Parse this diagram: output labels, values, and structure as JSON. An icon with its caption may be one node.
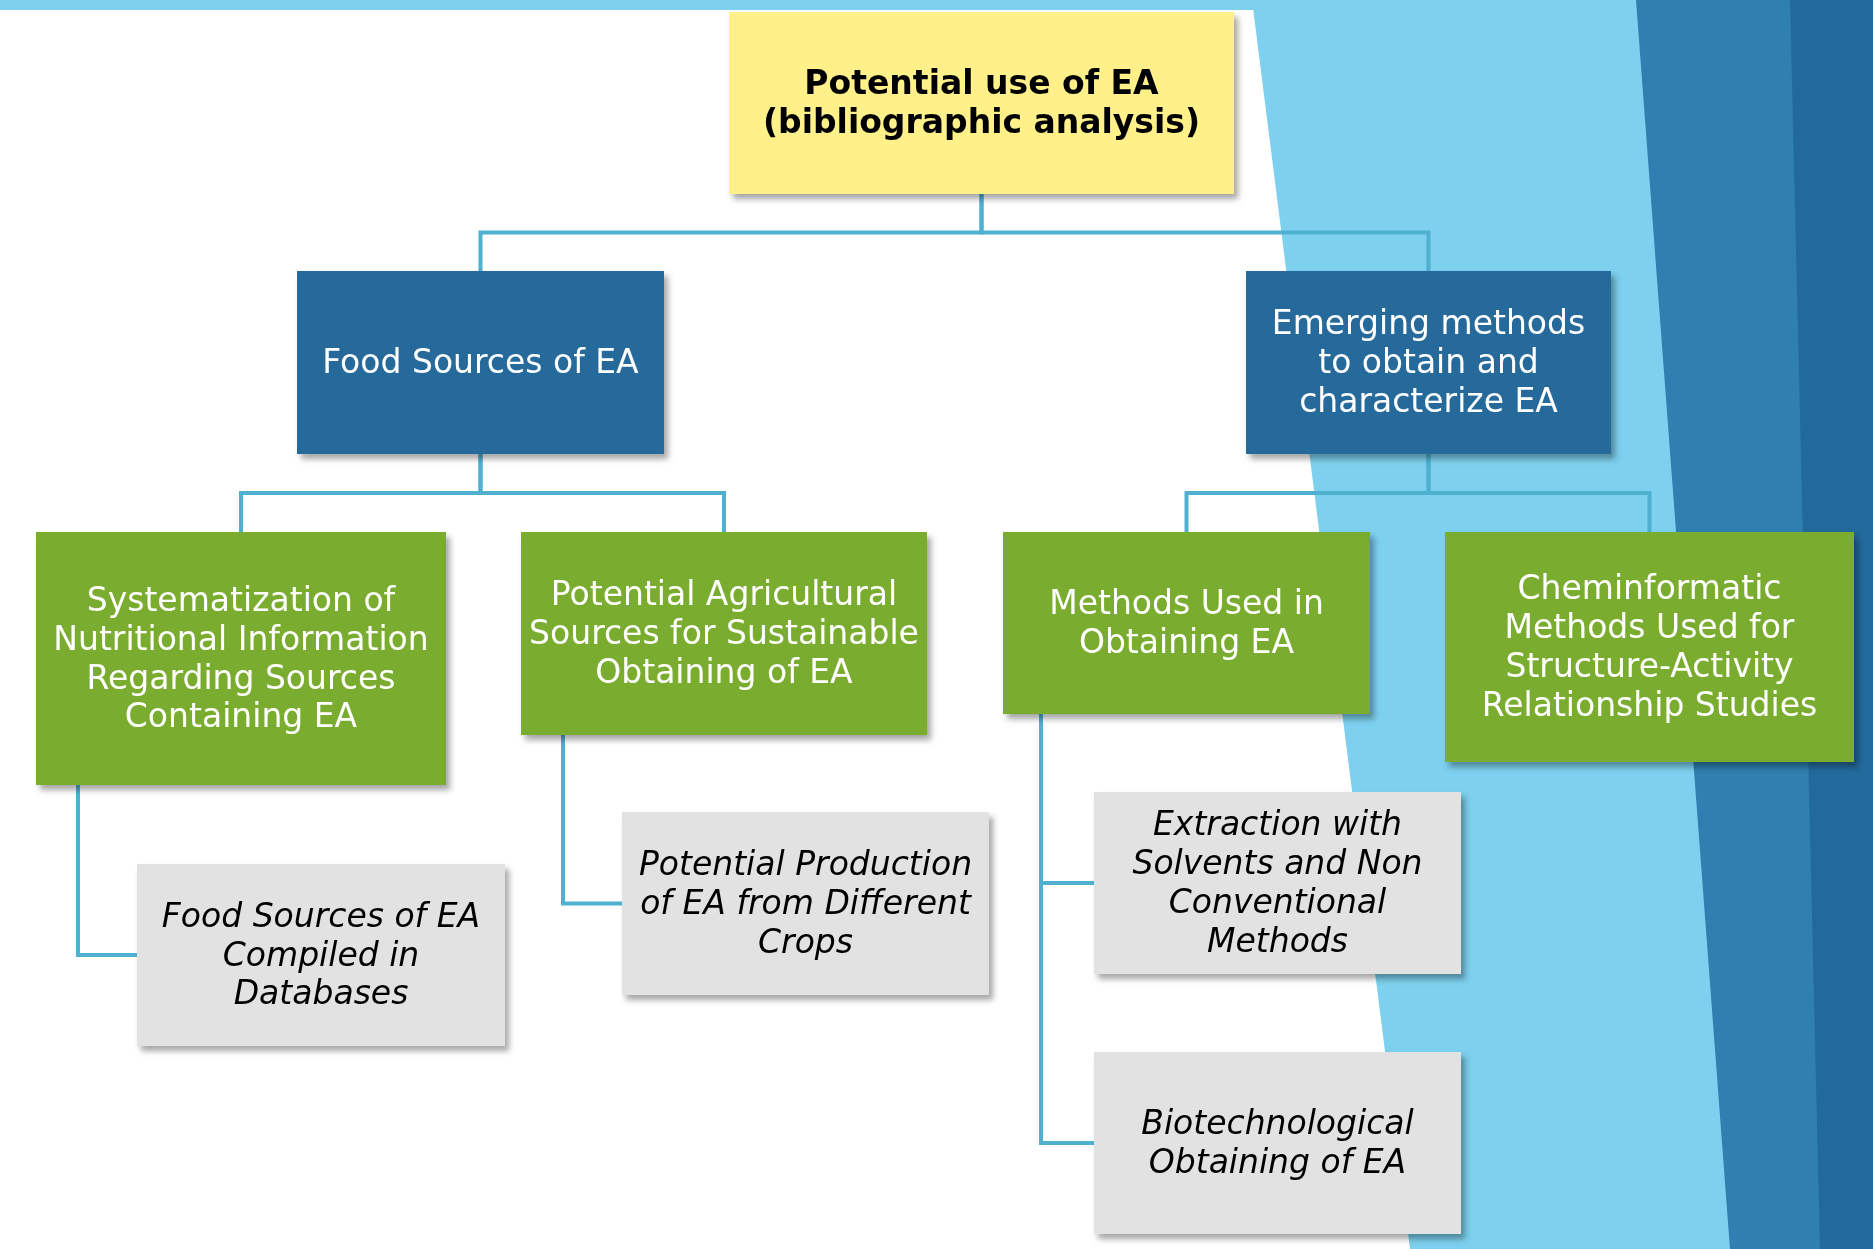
{
  "diagram": {
    "nodes": [
      {
        "text": [
          "Potential use of EA (bibliographic analysis)"
        ]
      },
      {
        "text": [
          "Food Sources of EA"
        ]
      },
      {
        "text": [
          "Emerging methods to obtain and characterize EA"
        ]
      },
      {
        "text": [
          "Systematization of Nutritional Information Regarding Sources Containing EA"
        ]
      },
      {
        "text": [
          "Potential Agricultural Sources for Sustainable Obtaining of EA"
        ]
      },
      {
        "text": [
          "Methods Used in Obtaining EA"
        ]
      },
      {
        "text": [
          "Cheminformatic Methods Used for Structure-Activity Relationship Studies"
        ]
      },
      {
        "text": [
          "Food Sources of EA Compiled in Databases"
        ]
      },
      {
        "text": [
          "Potential Production of EA from Different Crops"
        ]
      },
      {
        "text": [
          "Extraction with Solvents and Non Conventional Methods"
        ]
      },
      {
        "text": [
          "Biotechnological Obtaining of EA"
        ]
      }
    ],
    "edges": [
      {
        "from": 0,
        "to": 1,
        "arrow": "none"
      },
      {
        "from": 0,
        "to": 2,
        "arrow": "none"
      },
      {
        "from": 1,
        "to": 3,
        "arrow": "none"
      },
      {
        "from": 1,
        "to": 4,
        "arrow": "none"
      },
      {
        "from": 2,
        "to": 5,
        "arrow": "none"
      },
      {
        "from": 2,
        "to": 6,
        "arrow": "none"
      },
      {
        "from": 3,
        "to": 7,
        "arrow": "none"
      },
      {
        "from": 4,
        "to": 8,
        "arrow": "none"
      },
      {
        "from": 5,
        "to": 9,
        "arrow": "none"
      },
      {
        "from": 5,
        "to": 10,
        "arrow": "none"
      }
    ]
  }
}
